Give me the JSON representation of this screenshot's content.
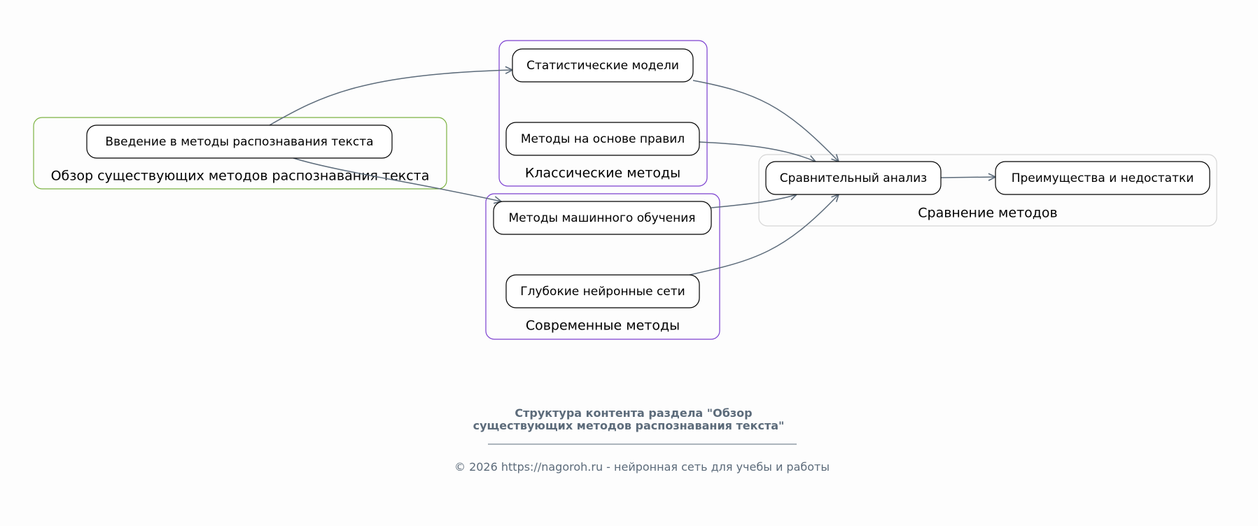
{
  "clusters": {
    "overview": {
      "label": "Обзор существующих методов распознавания текста",
      "color": "#7cb342"
    },
    "classic": {
      "label": "Классические методы",
      "color": "#7b3fd0"
    },
    "modern": {
      "label": "Современные методы",
      "color": "#7b3fd0"
    },
    "compare": {
      "label": "Сравнение методов",
      "color": "#d6d6d6"
    }
  },
  "nodes": {
    "intro": "Введение в методы распознавания текста",
    "stat": "Статистические модели",
    "rules": "Методы на основе правил",
    "ml": "Методы машинного обучения",
    "deep": "Глубокие нейронные сети",
    "analysis": "Сравнительный анализ",
    "pros": "Преимущества и недостатки"
  },
  "edges": [
    {
      "from": "intro",
      "to": "stat"
    },
    {
      "from": "intro",
      "to": "ml"
    },
    {
      "from": "stat",
      "to": "analysis"
    },
    {
      "from": "rules",
      "to": "analysis"
    },
    {
      "from": "ml",
      "to": "analysis"
    },
    {
      "from": "deep",
      "to": "analysis"
    },
    {
      "from": "analysis",
      "to": "pros"
    }
  ],
  "caption": {
    "title_line1": "Структура контента раздела \"Обзор",
    "title_line2": "существующих методов распознавания текста\"",
    "footer": "© 2026 https://nagoroh.ru - нейронная сеть для учебы и работы"
  },
  "colors": {
    "edge": "#5c6b7a",
    "background": "#fdfdfd"
  }
}
